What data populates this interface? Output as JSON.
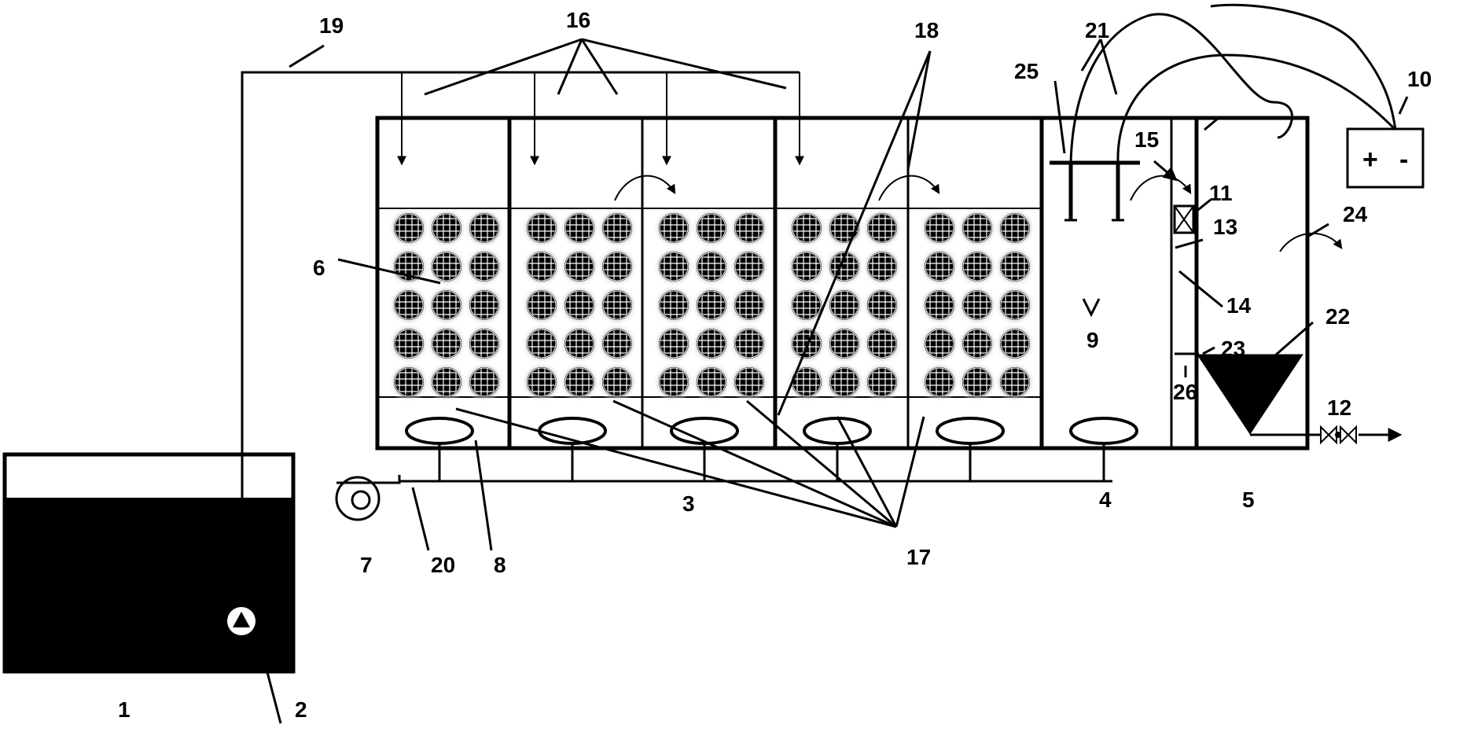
{
  "labels": {
    "l1": "1",
    "l2": "2",
    "l3": "3",
    "l4": "4",
    "l5": "5",
    "l6": "6",
    "l7": "7",
    "l8": "8",
    "l9": "9",
    "l10": "10",
    "l11": "11",
    "l12": "12",
    "l13": "13",
    "l14": "14",
    "l15": "15",
    "l16": "16",
    "l17": "17",
    "l18": "18",
    "l19": "19",
    "l20": "20",
    "l21": "21",
    "l22": "22",
    "l23": "23",
    "l24": "24",
    "l25": "25",
    "l26": "26"
  },
  "power_supply": {
    "plus": "+",
    "minus": "-"
  },
  "colors": {
    "ink": "#000000",
    "paper": "#ffffff",
    "media_shade": "#bdbdbd"
  }
}
